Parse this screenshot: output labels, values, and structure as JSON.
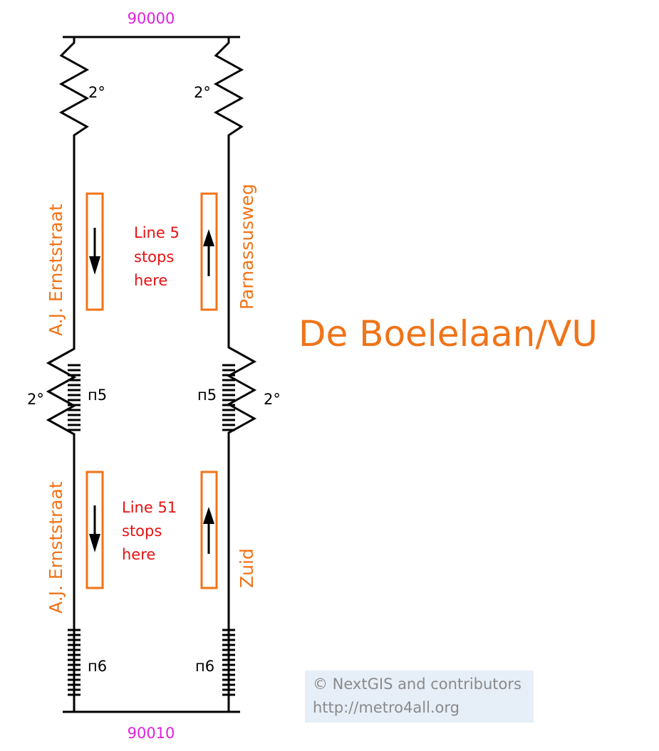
{
  "codes": {
    "top": "90000",
    "bottom": "90010"
  },
  "gradients": {
    "top_left": "2°",
    "top_right": "2°",
    "mid_left": "2°",
    "mid_right": "2°"
  },
  "streets": {
    "upper_left": "A.J. Ernststraat",
    "upper_right": "Parnassusweg",
    "lower_left": "A.J. Ernststraat",
    "lower_right": "Zuid"
  },
  "notes": {
    "upper": [
      "Line 5",
      "stops",
      "here"
    ],
    "lower": [
      "Line 51",
      "stops",
      "here"
    ]
  },
  "exits": {
    "mid_left": "п5",
    "mid_right": "п5",
    "bottom_left": "п6",
    "bottom_right": "п6"
  },
  "station_title": "De Boelelaan/VU",
  "copyright": {
    "line1": "© NextGIS and contributors",
    "line2": "http://metro4all.org"
  },
  "colors": {
    "code": "#e020e0",
    "street": "#f07318",
    "note": "#e81010",
    "copyright_bg": "#e6eef8"
  }
}
